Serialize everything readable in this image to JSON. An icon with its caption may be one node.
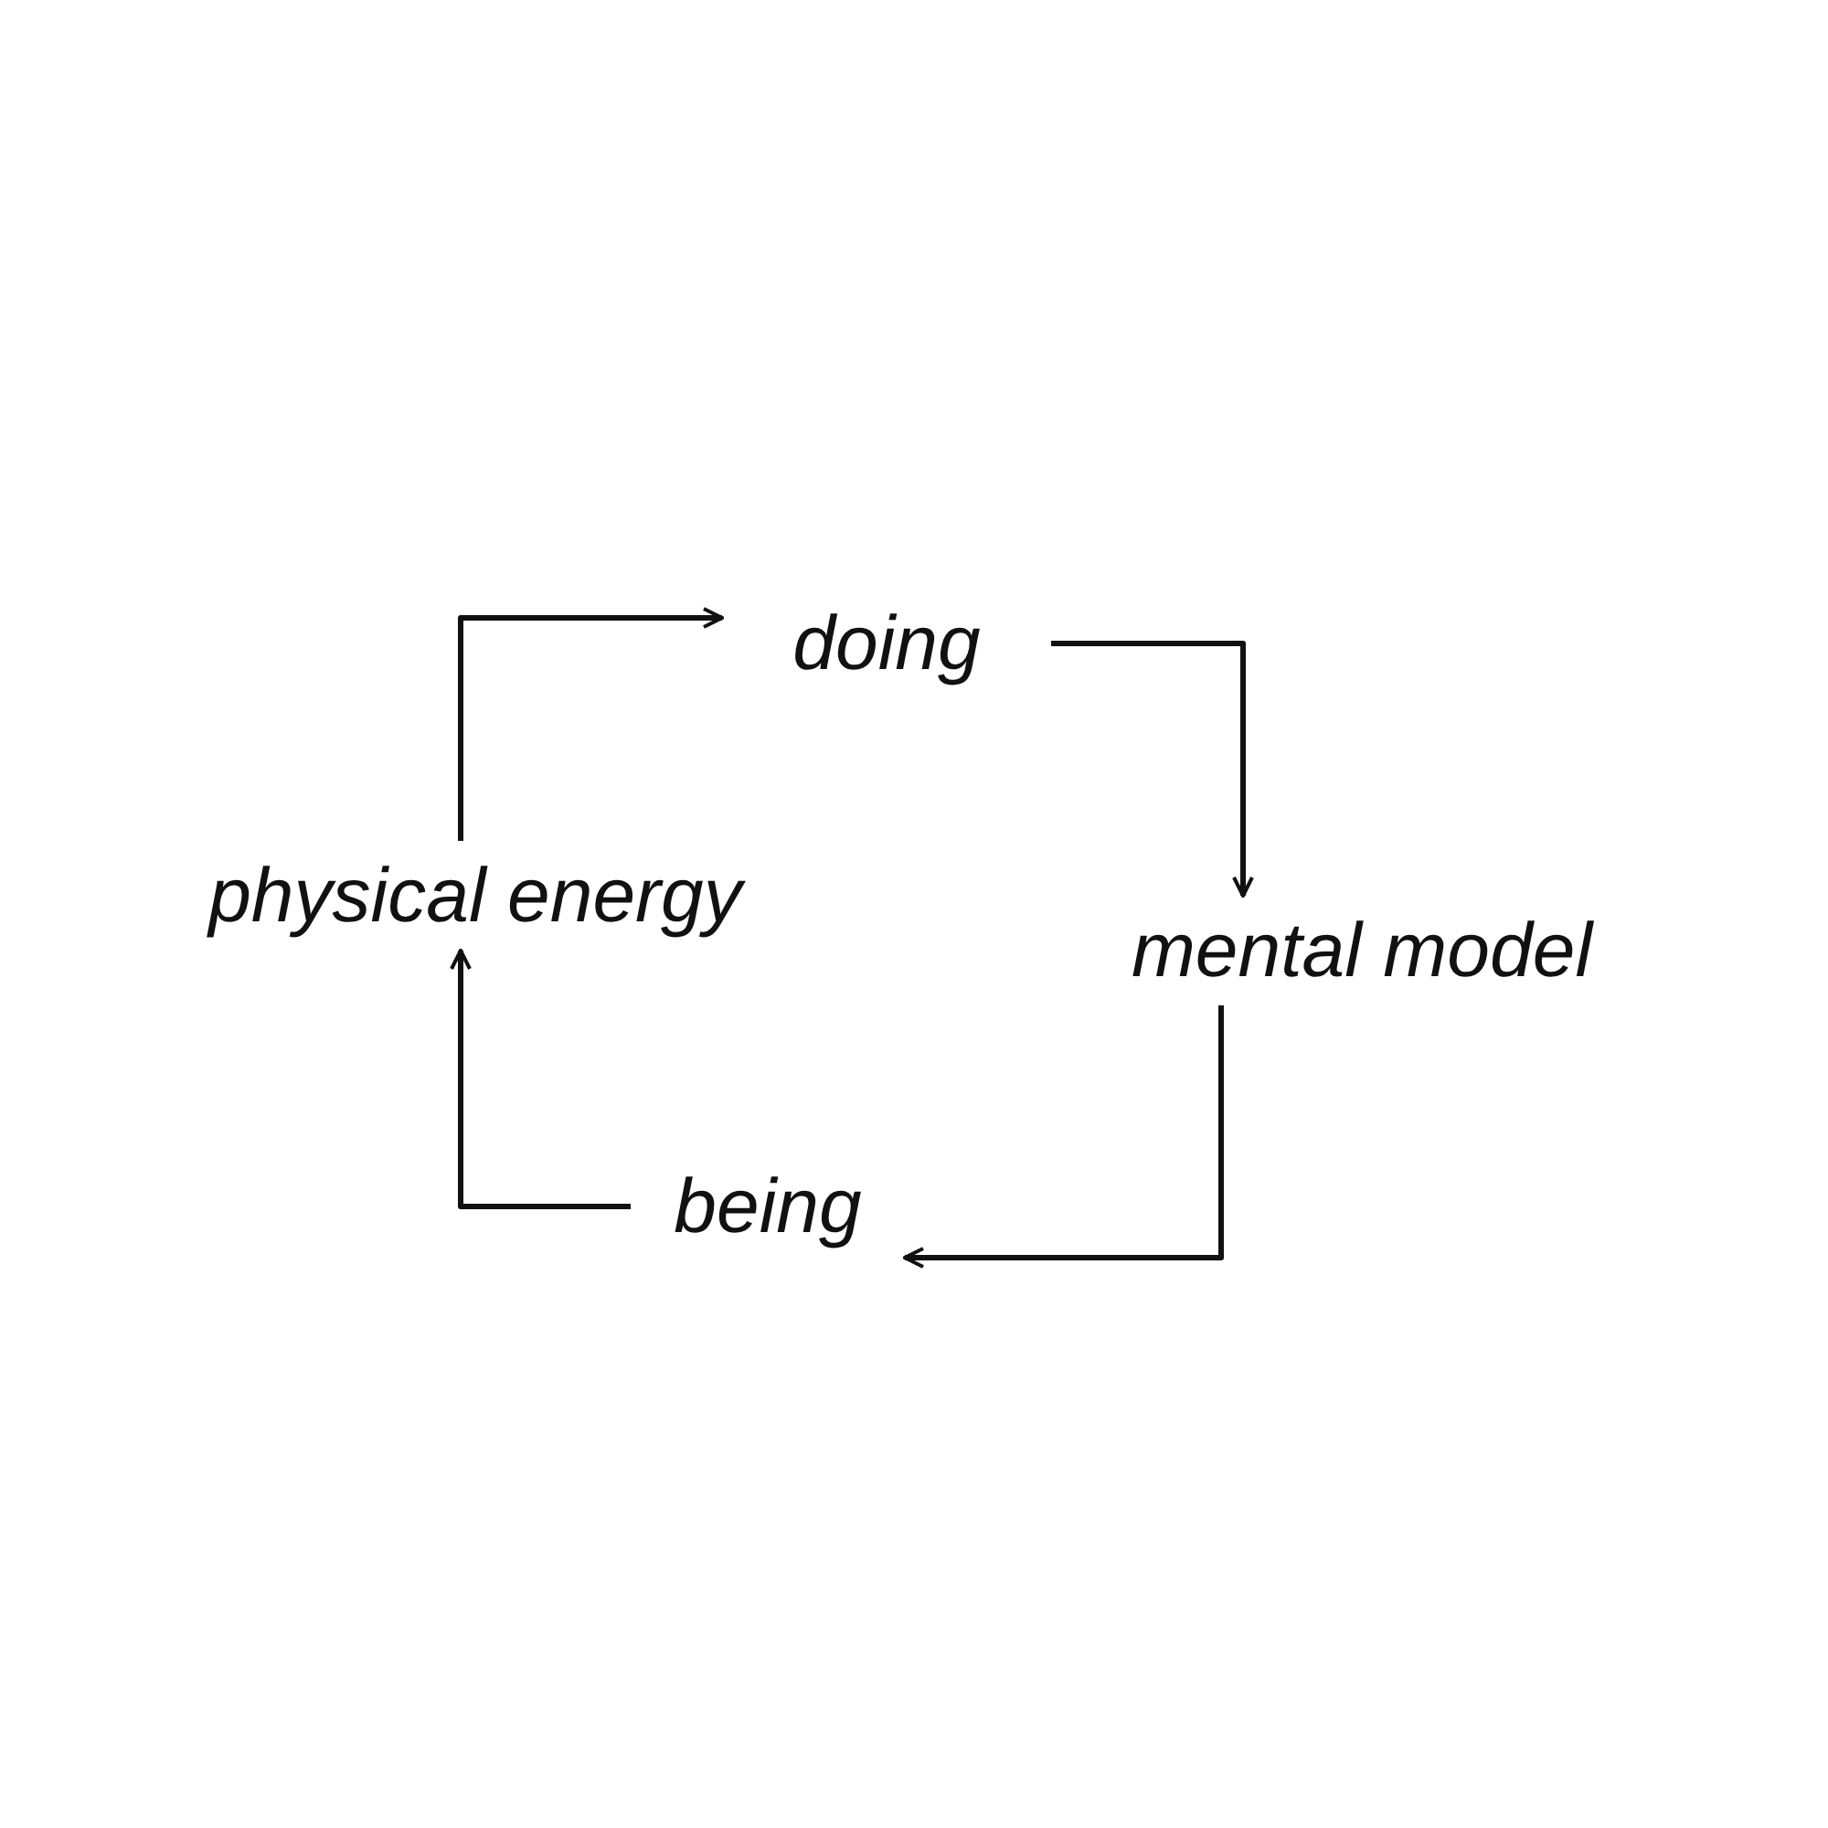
{
  "diagram": {
    "nodes": [
      {
        "text": [
          "physical energy"
        ]
      },
      {
        "text": [
          "doing"
        ]
      },
      {
        "text": [
          "mental model"
        ]
      },
      {
        "text": [
          "being"
        ]
      }
    ],
    "edges": [
      {
        "from": 0,
        "to": 1,
        "arrow": "to"
      },
      {
        "from": 1,
        "to": 2,
        "arrow": "to"
      },
      {
        "from": 2,
        "to": 3,
        "arrow": "to"
      },
      {
        "from": 3,
        "to": 0,
        "arrow": "to"
      }
    ]
  }
}
